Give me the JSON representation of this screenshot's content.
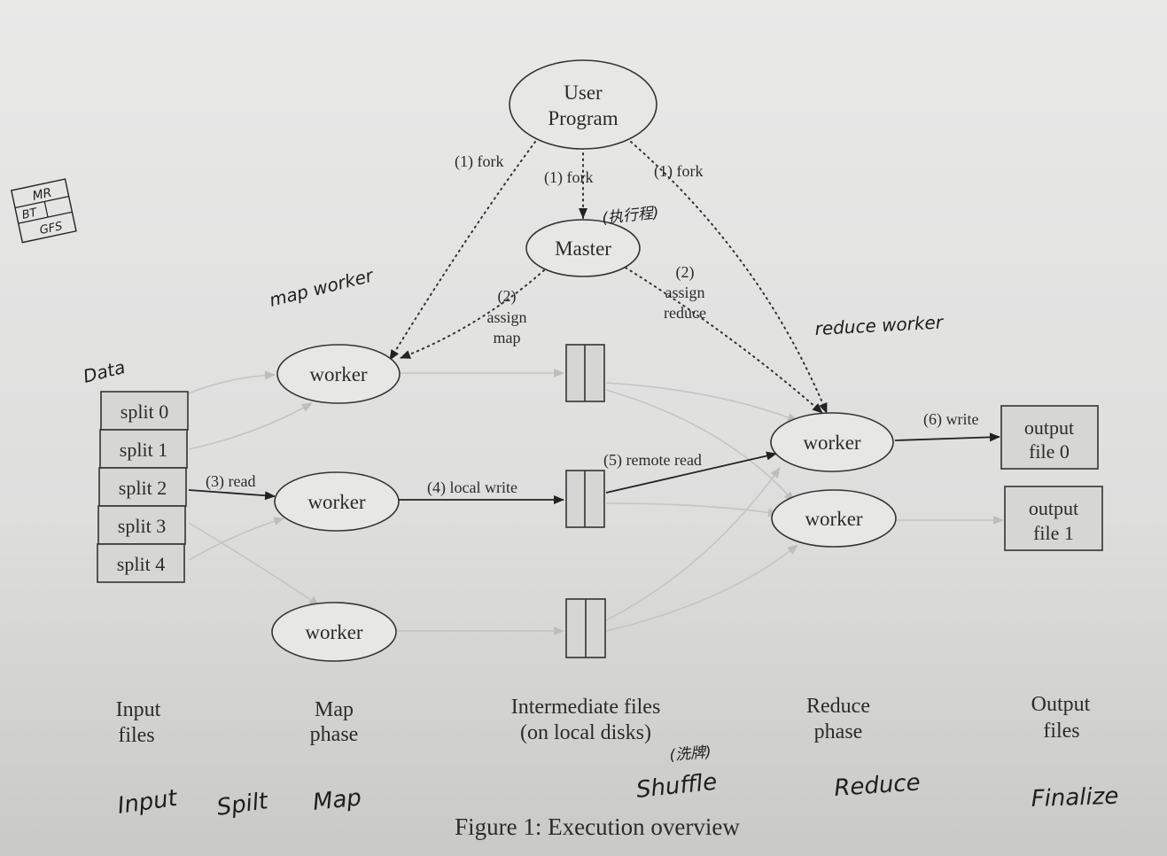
{
  "nodes": {
    "user_program": [
      "User",
      "Program"
    ],
    "master": "Master",
    "worker": "worker",
    "splits": [
      "split 0",
      "split 1",
      "split 2",
      "split 3",
      "split 4"
    ],
    "outputs": [
      [
        "output",
        "file 0"
      ],
      [
        "output",
        "file 1"
      ]
    ]
  },
  "edges": {
    "fork": "(1) fork",
    "assign_map": [
      "(2)",
      "assign",
      "map"
    ],
    "assign_reduce": [
      "(2)",
      "assign",
      "reduce"
    ],
    "read": "(3) read",
    "local_write": "(4) local write",
    "remote_read": "(5) remote read",
    "write": "(6) write"
  },
  "columns": {
    "input": [
      "Input",
      "files"
    ],
    "map": [
      "Map",
      "phase"
    ],
    "intermediate": [
      "Intermediate files",
      "(on local disks)"
    ],
    "reduce": [
      "Reduce",
      "phase"
    ],
    "output": [
      "Output",
      "files"
    ]
  },
  "caption": "Figure 1: Execution overview",
  "handwritten": {
    "stack": [
      "MR",
      "BT",
      "GFS"
    ],
    "master_note": "(执行程)",
    "map_worker": "map worker",
    "reduce_worker": "reduce worker",
    "data": "Data",
    "shuffle_note": "(洗牌)",
    "steps": [
      "Input",
      "Spilt",
      "Map",
      "Shuffle",
      "Reduce",
      "Finalize"
    ]
  }
}
